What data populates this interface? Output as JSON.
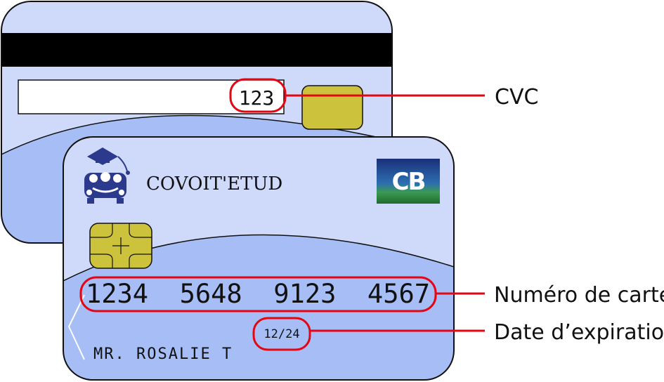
{
  "back_card": {
    "cvc": "123"
  },
  "front_card": {
    "logo_text": "COVOIT'ETUD",
    "network_logo": "CB",
    "card_number": "1234  5648  9123  4567",
    "expiry": "12/24",
    "holder": "MR. ROSALIE T"
  },
  "callouts": {
    "cvc": "CVC",
    "number": "Numéro de carte",
    "expiry": "Date d’expiration"
  },
  "colors": {
    "card_light": "#cfd9fa",
    "card_dark": "#a7bdf6",
    "stripe": "#000000",
    "chip": "#cdc23c",
    "highlight": "#e30613",
    "cb_blue": "#1d3d8f",
    "cb_green": "#2e8b3a"
  }
}
